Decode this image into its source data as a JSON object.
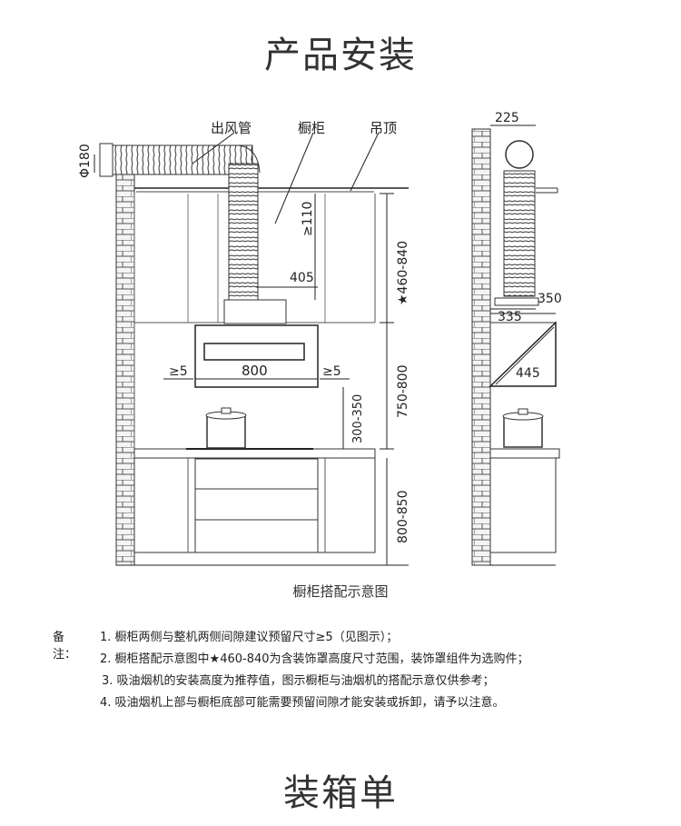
{
  "title": "产品安装",
  "diagram": {
    "labels": {
      "duct": "出风管",
      "cabinet": "橱柜",
      "ceiling": "吊顶",
      "diameter": "Φ180",
      "gap_top": "≥110",
      "dim_405": "405",
      "height_range": "★460-840",
      "gap_left": "≥5",
      "width": "800",
      "gap_right": "≥5",
      "install_height": "750-800",
      "hob_gap": "300-350",
      "counter_height": "800-850",
      "side_225": "225",
      "side_350": "350",
      "side_335": "335",
      "side_445": "445"
    },
    "caption": "橱柜搭配示意图"
  },
  "notes": {
    "heading": "备注：",
    "items": [
      "1. 橱柜两侧与整机两侧间隙建议预留尺寸≥5（见图示）；",
      "2. 橱柜搭配示意图中★460-840为含装饰罩高度尺寸范围，装饰罩组件为选购件；",
      "3. 吸油烟机的安装高度为推荐值，图示橱柜与油烟机的搭配示意仅供参考；",
      "4. 吸油烟机上部与橱柜底部可能需要预留间隙才能安装或拆卸，请予以注意。"
    ]
  },
  "section_title": "装箱单"
}
